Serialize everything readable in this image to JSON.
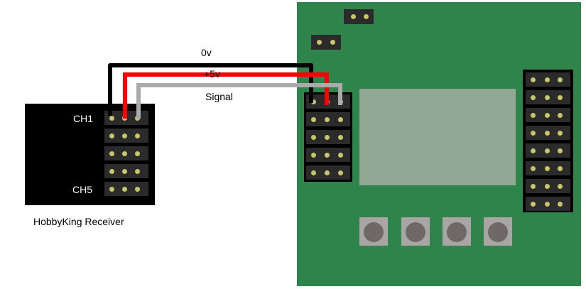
{
  "diagram": {
    "receiver": {
      "title": "HobbyKing Receiver",
      "channel_labels": {
        "first": "CH1",
        "last": "CH5"
      },
      "channels": 5,
      "pins_per_channel": 3
    },
    "wires": [
      {
        "label": "0v",
        "color": "#000000"
      },
      {
        "label": "+5v",
        "color": "#ff0000"
      },
      {
        "label": "Signal",
        "color": "#aaaaaa"
      }
    ],
    "board": {
      "color": "#2f844c",
      "input_header_rows": 5,
      "output_header_rows": 8,
      "jumper_headers": 2,
      "buttons": 4,
      "display_color": "#91a895"
    },
    "colors": {
      "pin": "#c9c56a",
      "header_row": "#2b2b2b",
      "button_base": "#aaa5a5",
      "button_cap": "#6e6868"
    }
  }
}
